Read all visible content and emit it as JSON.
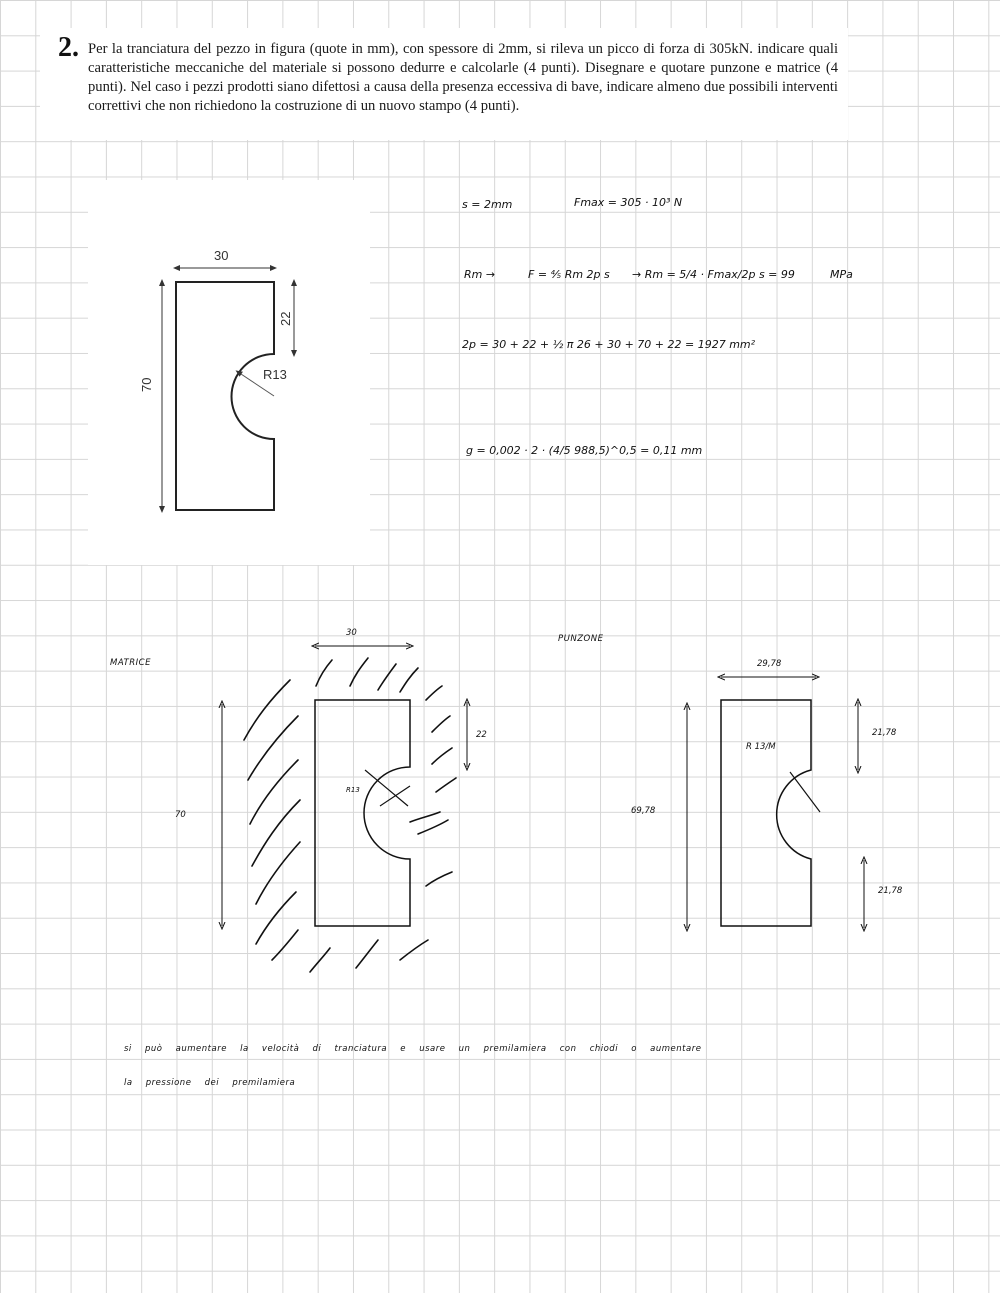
{
  "question": {
    "number": "2.",
    "text": "Per la tranciatura del pezzo in figura (quote in mm), con spessore di 2mm, si rileva un picco di forza di 305kN. indicare quali caratteristiche meccaniche del materiale si possono dedurre e calcolarle (4 punti). Disegnare e quotare punzone e matrice (4 punti). Nel caso i pezzi prodotti siano difettosi a causa della presenza eccessiva di bave, indicare almeno due possibili interventi correttivi che non richiedono la costruzione di un nuovo stampo (4 punti)."
  },
  "figure": {
    "width_label": "30",
    "height_label": "70",
    "top_seg_label": "22",
    "radius_label": "R13"
  },
  "notes": {
    "line1_s": "s = 2mm",
    "line1_f": "Fmax = 305 · 10³ N",
    "line2_a": "Rm →",
    "line2_b": "F = ⅘ Rm 2p s",
    "line2_c": "→ Rm = 5/4 · Fmax/2p s = 99",
    "line2_unit": "MPa",
    "line3": "2p = 30 + 22 + ½ π 26 + 30 + 70 + 22 = 1927 mm²",
    "line4": "g = 0,002 · 2 · (4/5 988,5)^0,5 = 0,11 mm"
  },
  "matrice": {
    "label": "MATRICE",
    "width": "30",
    "height": "70",
    "seg": "22",
    "radius": "R13"
  },
  "punzone": {
    "label": "PUNZONE",
    "width": "29,78",
    "height": "69,78",
    "seg_top": "21,78",
    "seg_bottom": "21,78",
    "radius": "R 13/M"
  },
  "answer": {
    "line1": "si può aumentare la velocità di tranciatura e usare un premilamiera con chiodi o aumentare",
    "line2": "la pressione dei premilamiera"
  }
}
